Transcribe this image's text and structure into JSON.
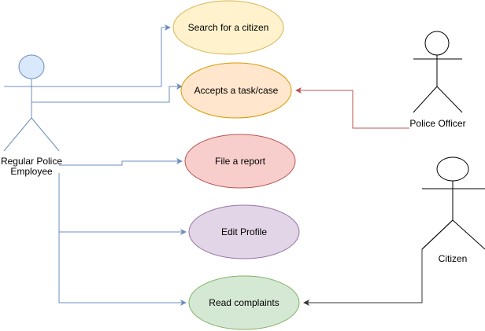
{
  "actors": {
    "employee": {
      "line1": "Regular Police",
      "line2": "Employee",
      "fill": "#dae8fc",
      "stroke": "#6c8ebf"
    },
    "officer": {
      "name": "Police Officer",
      "fill": "#ffffff",
      "stroke": "#000000"
    },
    "citizen": {
      "name": "Citizen",
      "fill": "#ffffff",
      "stroke": "#000000"
    }
  },
  "use_cases": {
    "search": {
      "label": "Search for a citizen",
      "fill": "#fff2cc",
      "stroke": "#d6b656"
    },
    "accept": {
      "label": "Accepts a task/case",
      "fill": "#ffe6cc",
      "stroke": "#d79b00"
    },
    "report": {
      "label": "File a report",
      "fill": "#f8cecc",
      "stroke": "#b85450"
    },
    "profile": {
      "label": "Edit Profile",
      "fill": "#e1d5e7",
      "stroke": "#9673a6"
    },
    "complaints": {
      "label": "Read complaints",
      "fill": "#d5e8d4",
      "stroke": "#82b366"
    }
  },
  "connectors": {
    "employee_color": "#6c8ebf",
    "officer_color": "#b85450",
    "citizen_color": "#333333"
  }
}
